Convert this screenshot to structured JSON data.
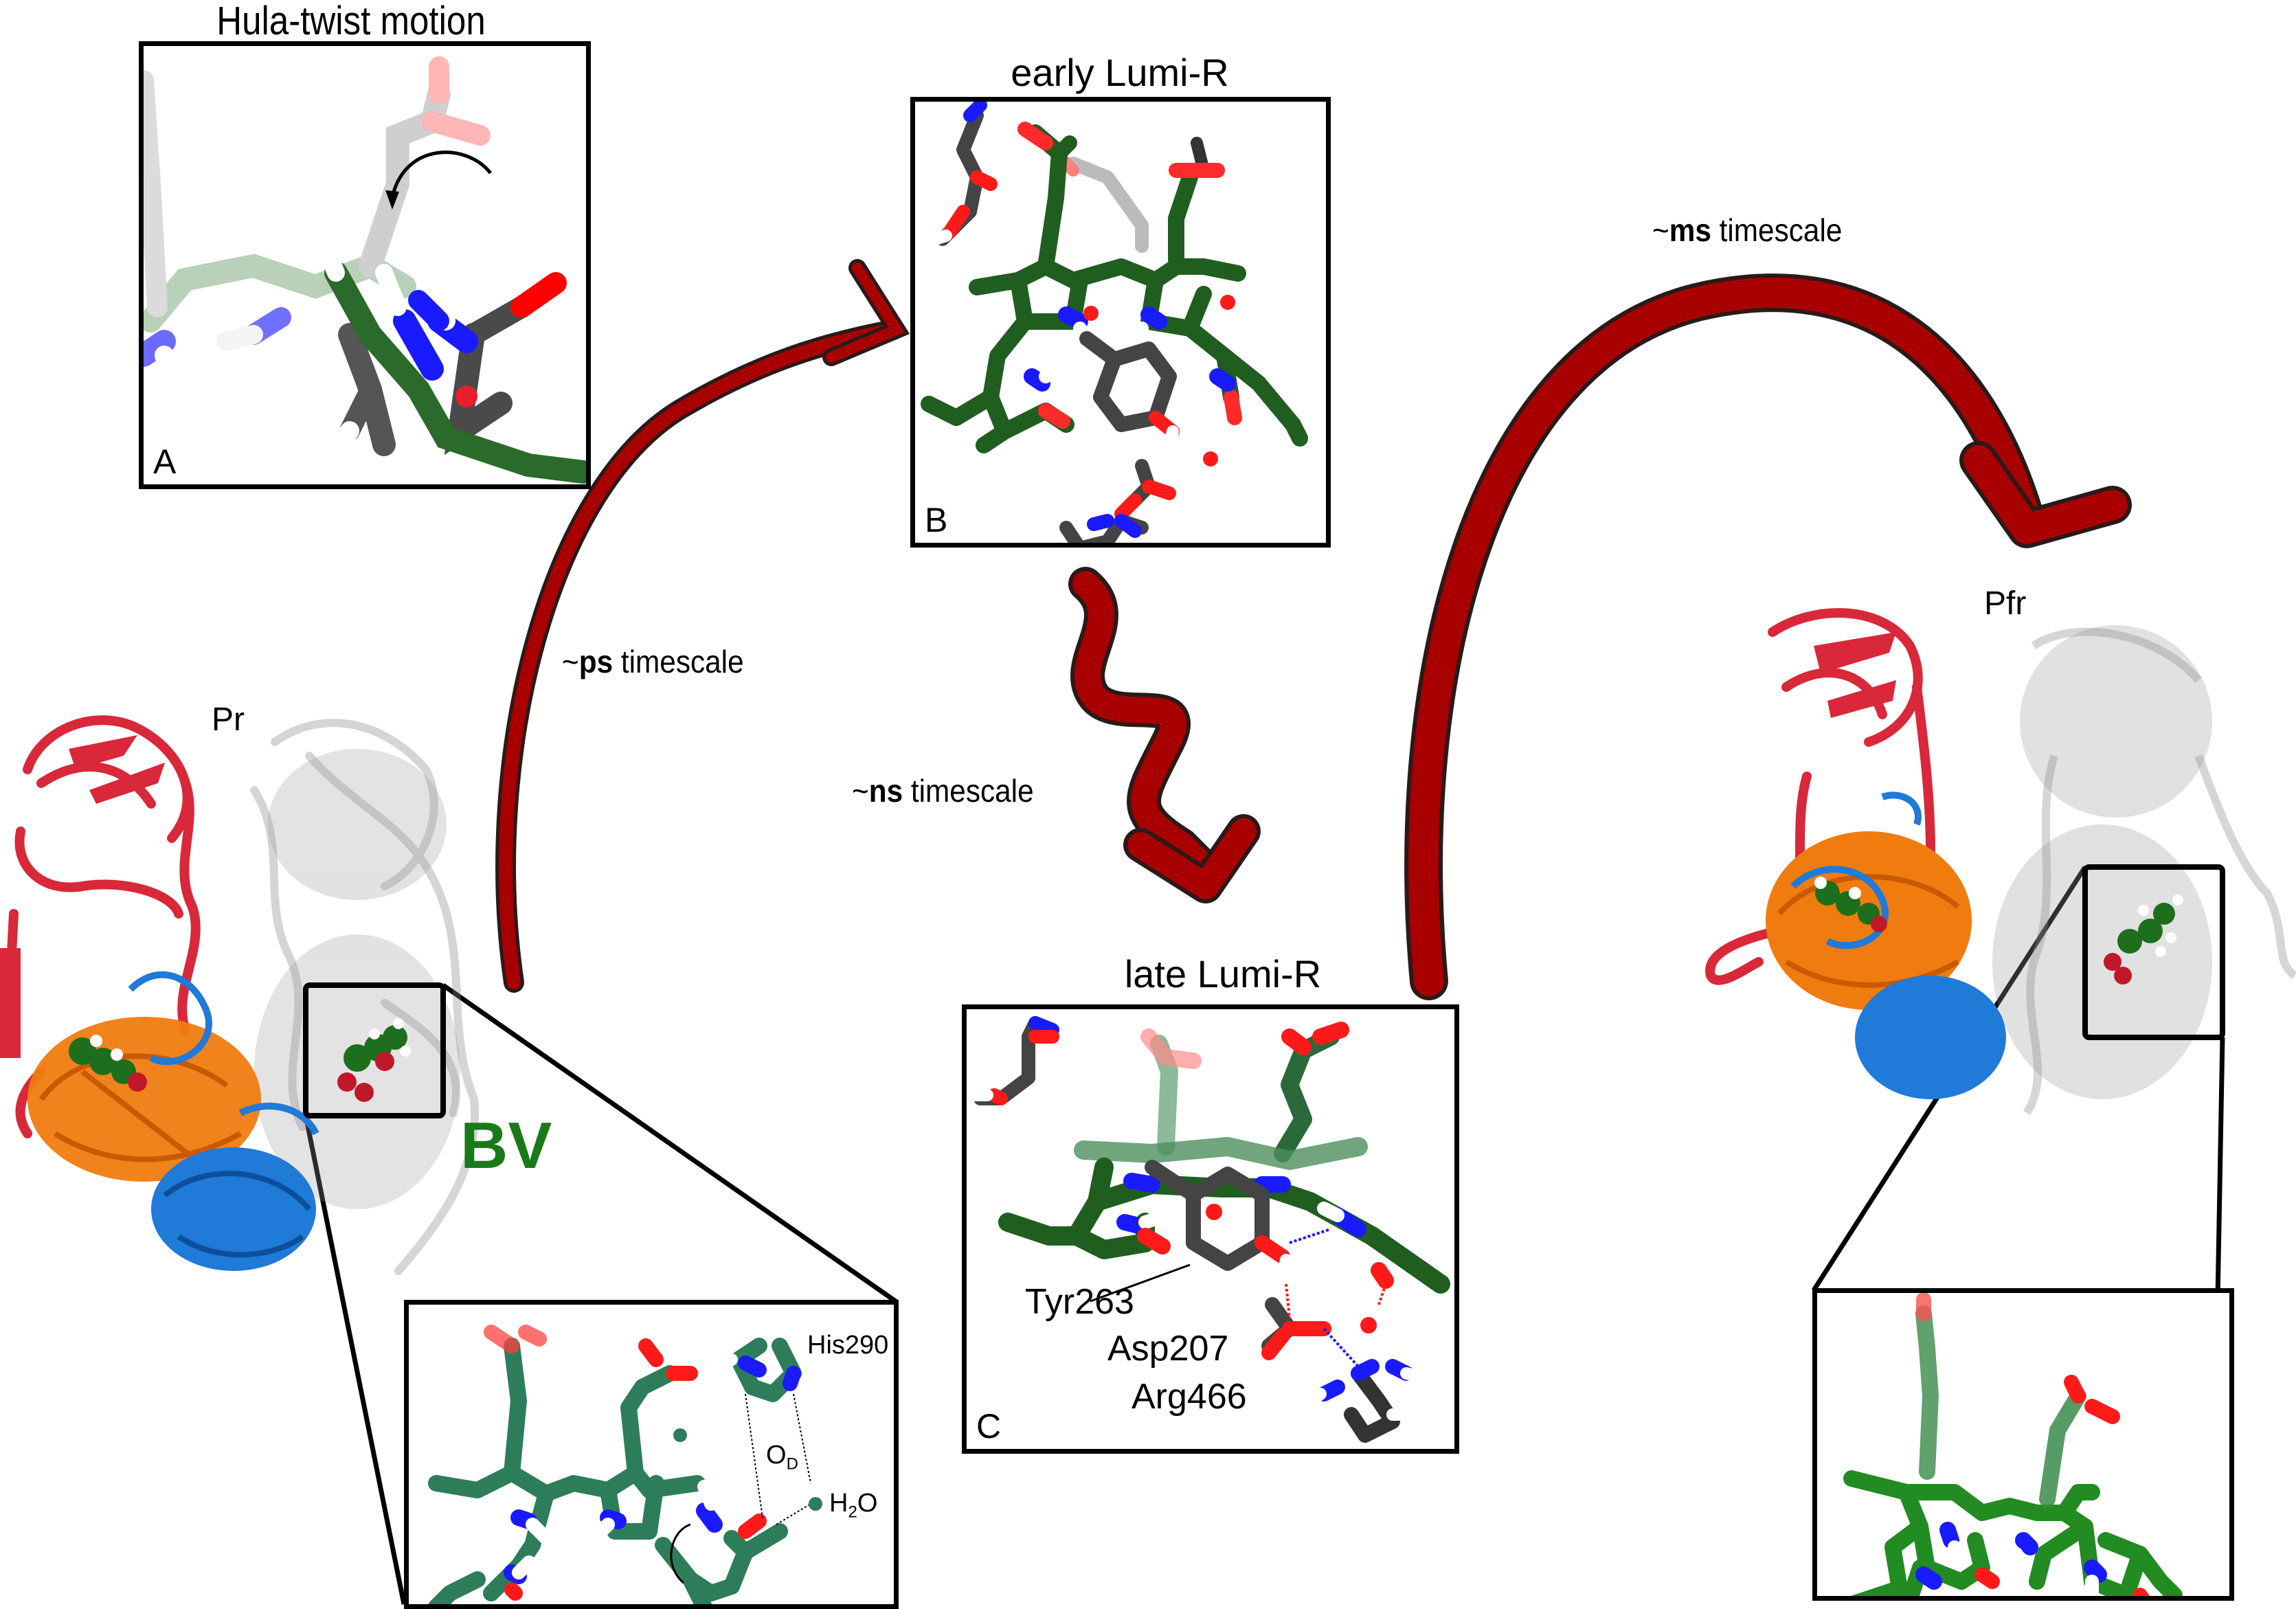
{
  "figure": {
    "colors": {
      "arrow_fill": "#a80000",
      "arrow_outline": "#2a1a1a",
      "bv_label": "#1a7a1a",
      "carbon_bv_dark": "#2a5e2a",
      "carbon_bv_light": "#3a9a3a",
      "carbon_protein": "#444444",
      "nitrogen": "#1a1aff",
      "oxygen": "#ff2020",
      "hydrogen": "#ffffff",
      "protein_red": "#d8283a",
      "protein_orange": "#f07c10",
      "protein_blue": "#1f7ad8",
      "protein_ghost": "#b8b8b8"
    },
    "states": {
      "pr": {
        "label": "Pr"
      },
      "pfr": {
        "label": "Pfr"
      },
      "bv": {
        "label": "BV"
      }
    },
    "panels": {
      "a": {
        "title": "Hula-twist motion",
        "letter": "A"
      },
      "b": {
        "title": "early Lumi-R",
        "letter": "B"
      },
      "c": {
        "title": "late Lumi-R",
        "letter": "C",
        "residues": [
          "Tyr263",
          "Asp207",
          "Arg466"
        ]
      },
      "pr_inset": {
        "labels": {
          "his": "His290",
          "water_main": "H",
          "water_sub": "2",
          "water_end": "O",
          "od_main": "O",
          "od_sub": "D"
        }
      },
      "pfr_inset": {}
    },
    "transitions": {
      "ps": {
        "prefix": "~",
        "bold": "ps",
        "rest": " timescale"
      },
      "ns": {
        "prefix": "~",
        "bold": "ns",
        "rest": " timescale"
      },
      "ms": {
        "prefix": "~",
        "bold": "ms",
        "rest": " timescale"
      }
    }
  }
}
